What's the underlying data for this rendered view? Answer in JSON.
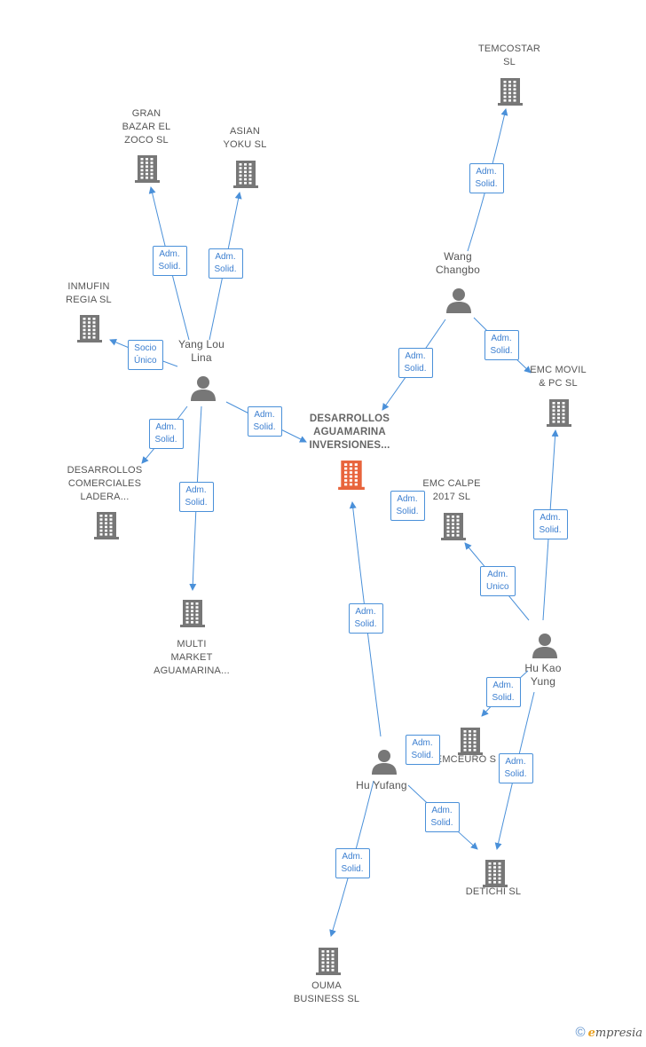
{
  "colors": {
    "edge": "#4a90d9",
    "company": "#777777",
    "main_company": "#e8643c",
    "person": "#777777"
  },
  "companies": [
    {
      "id": "temcostar",
      "label": "TEMCOSTAR\nSL"
    },
    {
      "id": "gran-bazar",
      "label": "GRAN\nBAZAR EL\nZOCO  SL"
    },
    {
      "id": "asian-yoku",
      "label": "ASIAN\nYOKU  SL"
    },
    {
      "id": "inmufin",
      "label": "INMUFIN\nREGIA  SL"
    },
    {
      "id": "desarrollos-aguamarina",
      "label": "DESARROLLOS\nAGUAMARINA\nINVERSIONES...",
      "main": true
    },
    {
      "id": "emc-movil",
      "label": "EMC MOVIL\n& PC  SL"
    },
    {
      "id": "emc-calpe",
      "label": "EMC CALPE\n2017  SL"
    },
    {
      "id": "desarrollos-comerciales",
      "label": "DESARROLLOS\nCOMERCIALES\nLADERA..."
    },
    {
      "id": "multi-market",
      "label": "MULTI\nMARKET\nAGUAMARINA..."
    },
    {
      "id": "emceuro",
      "label": "EMCEURO S"
    },
    {
      "id": "detichi",
      "label": "DETICHI SL"
    },
    {
      "id": "ouma",
      "label": "OUMA\nBUSINESS  SL"
    }
  ],
  "persons": [
    {
      "id": "wang",
      "label": "Wang\nChangbo"
    },
    {
      "id": "yang",
      "label": "Yang Lou\nLina"
    },
    {
      "id": "hu-kao",
      "label": "Hu Kao\nYung"
    },
    {
      "id": "hu-yufang",
      "label": "Hu Yufang"
    }
  ],
  "edges": [
    {
      "id": "wang-temcostar",
      "label": "Adm.\nSolid."
    },
    {
      "id": "yang-granbazar",
      "label": "Adm.\nSolid."
    },
    {
      "id": "yang-asianyoku",
      "label": "Adm.\nSolid."
    },
    {
      "id": "yang-inmufin",
      "label": "Socio\nÚnico"
    },
    {
      "id": "yang-main",
      "label": "Adm.\nSolid."
    },
    {
      "id": "yang-comerciales",
      "label": "Adm.\nSolid."
    },
    {
      "id": "yang-multi",
      "label": "Adm.\nSolid."
    },
    {
      "id": "wang-main",
      "label": "Adm.\nSolid."
    },
    {
      "id": "wang-emcmovil",
      "label": "Adm.\nSolid."
    },
    {
      "id": "hukao-emcmovil",
      "label": "Adm.\nSolid."
    },
    {
      "id": "hukao-emccalpe",
      "label": "Adm.\nUnico"
    },
    {
      "id": "emccalpe-solid",
      "label": "Adm.\nSolid."
    },
    {
      "id": "hukao-emceuro",
      "label": "Adm.\nSolid."
    },
    {
      "id": "huyufang-emceuro",
      "label": "Adm.\nSolid."
    },
    {
      "id": "hukao-detichi",
      "label": "Adm.\nSolid."
    },
    {
      "id": "huyufang-detichi",
      "label": "Adm.\nSolid."
    },
    {
      "id": "huyufang-main",
      "label": "Adm.\nSolid."
    },
    {
      "id": "huyufang-ouma",
      "label": "Adm.\nSolid."
    }
  ],
  "footer": {
    "copyright": "©",
    "brand_e": "e",
    "brand_rest": "mpresia"
  }
}
